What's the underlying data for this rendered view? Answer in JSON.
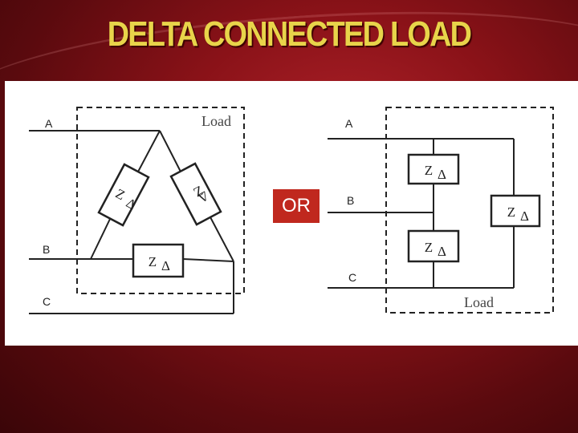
{
  "title": "DELTA CONNECTED LOAD",
  "or_label": "OR",
  "left_diagram": {
    "line_a": "A",
    "line_b": "B",
    "line_c": "C",
    "load_label": "Load",
    "impedance_left": "Z",
    "impedance_right": "Z",
    "impedance_bottom": "Z",
    "delta_symbol": "Δ"
  },
  "right_diagram": {
    "line_a": "A",
    "line_b": "B",
    "line_c": "C",
    "load_label": "Load",
    "impedance_top": "Z",
    "impedance_middle": "Z",
    "impedance_right": "Z",
    "delta_symbol": "Δ"
  }
}
